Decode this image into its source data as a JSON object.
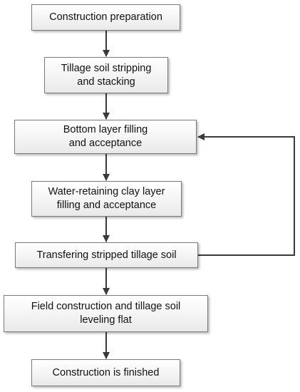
{
  "diagram": {
    "steps": [
      {
        "id": "b1",
        "label": "Construction preparation"
      },
      {
        "id": "b2",
        "label": "Tillage soil stripping\nand stacking"
      },
      {
        "id": "b3",
        "label": "Bottom layer filling\nand acceptance"
      },
      {
        "id": "b4",
        "label": "Water-retaining clay layer\nfilling and acceptance"
      },
      {
        "id": "b5",
        "label": "Transfering stripped tillage soil"
      },
      {
        "id": "b6",
        "label": "Field construction and tillage soil\nleveling flat"
      },
      {
        "id": "b7",
        "label": "Construction is finished"
      }
    ],
    "connections": [
      {
        "from": "b1",
        "to": "b2"
      },
      {
        "from": "b2",
        "to": "b3"
      },
      {
        "from": "b3",
        "to": "b4"
      },
      {
        "from": "b4",
        "to": "b5"
      },
      {
        "from": "b5",
        "to": "b6"
      },
      {
        "from": "b6",
        "to": "b7"
      },
      {
        "from": "b5",
        "to": "b3",
        "route": "loop-right"
      }
    ],
    "colors": {
      "line": "#3a3a3a",
      "box_border": "#7a7a7a",
      "text": "#111111"
    }
  }
}
